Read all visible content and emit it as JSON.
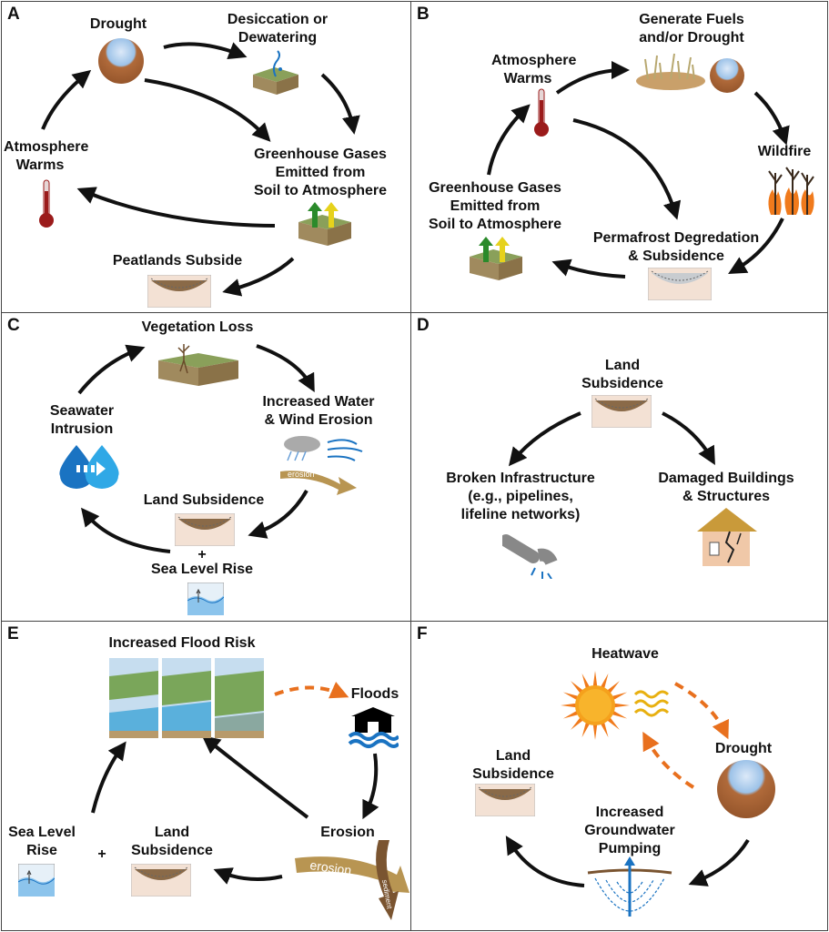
{
  "panels": [
    {
      "letter": "A",
      "nodes": {
        "drought": "Drought",
        "desiccation": "Desiccation or\nDewatering",
        "ghg": "Greenhouse Gases\nEmitted from\nSoil to Atmosphere",
        "peatlands": "Peatlands Subside",
        "atmosphere": "Atmosphere\nWarms"
      }
    },
    {
      "letter": "B",
      "nodes": {
        "fuels": "Generate Fuels\nand/or Drought",
        "atmosphere": "Atmosphere\nWarms",
        "wildfire": "Wildfire",
        "ghg": "Greenhouse Gases\nEmitted from\nSoil to Atmosphere",
        "permafrost": "Permafrost Degredation\n& Subsidence"
      }
    },
    {
      "letter": "C",
      "nodes": {
        "vegetation": "Vegetation Loss",
        "erosion": "Increased Water\n& Wind Erosion",
        "seawater": "Seawater\nIntrusion",
        "subsidence": "Land Subsidence",
        "plus": "+",
        "sealevel": "Sea Level Rise"
      },
      "icon_text": {
        "erosion": "erosion"
      }
    },
    {
      "letter": "D",
      "nodes": {
        "subsidence": "Land\nSubsidence",
        "infrastructure": "Broken Infrastructure\n(e.g., pipelines,\nlifeline networks)",
        "buildings": "Damaged Buildings\n& Structures"
      }
    },
    {
      "letter": "E",
      "nodes": {
        "floodrisk": "Increased Flood Risk",
        "floods": "Floods",
        "erosion": "Erosion",
        "sealevel": "Sea Level\nRise",
        "plus": "+",
        "subsidence": "Land\nSubsidence"
      },
      "icon_text": {
        "erosion": "erosion",
        "sediment1": "sediment",
        "sediment2": "sediment"
      }
    },
    {
      "letter": "F",
      "nodes": {
        "heatwave": "Heatwave",
        "drought": "Drought",
        "subsidence": "Land\nSubsidence",
        "pumping": "Increased\nGroundwater\nPumping"
      }
    }
  ],
  "colors": {
    "arrow": "#111111",
    "dashed_arrow": "#e8701e",
    "soil": "#a08a5e",
    "grass": "#8aa05a",
    "thermometer": "#9b1b1b",
    "water": "#1a73c2",
    "erosion_band": "#b89552",
    "sun": "#f5a11c"
  },
  "icons": [
    "drought-photo-icon",
    "thermometer-icon",
    "soil-block-icon",
    "subsidence-block-icon",
    "water-drop-icon",
    "flood-house-icon",
    "pipe-icon",
    "house-icon",
    "sun-icon",
    "well-icon",
    "landscape-icon",
    "erosion-arrow-icon",
    "wildfire-icon",
    "sea-level-icon"
  ]
}
